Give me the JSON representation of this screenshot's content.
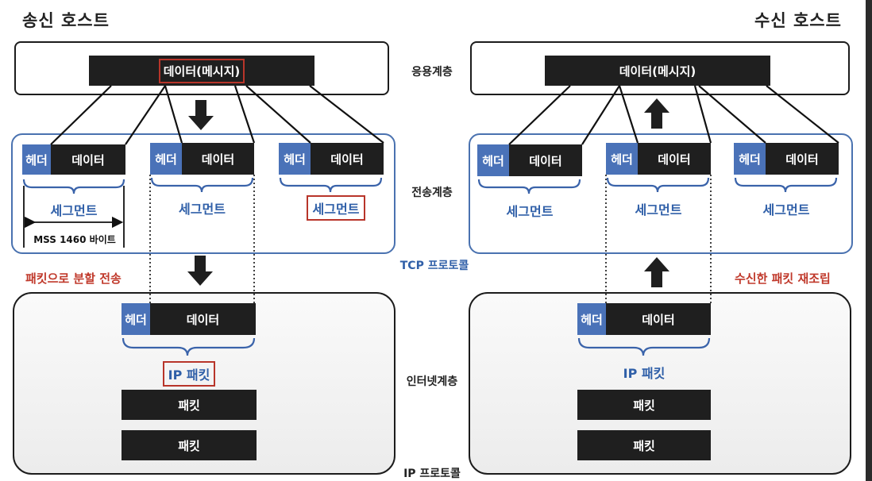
{
  "sender": {
    "title": "송신 호스트",
    "app_data": "데이터(메시지)",
    "segments": [
      {
        "header": "헤더",
        "data": "데이터",
        "label": "세그먼트"
      },
      {
        "header": "헤더",
        "data": "데이터",
        "label": "세그먼트"
      },
      {
        "header": "헤더",
        "data": "데이터",
        "label": "세그먼트"
      }
    ],
    "mss": "MSS 1460 바이트",
    "note": "패킷으로 분할 전송",
    "ip_packet": {
      "header": "헤더",
      "data": "데이터",
      "label": "IP 패킷"
    },
    "packets": [
      "패킷",
      "패킷"
    ]
  },
  "receiver": {
    "title": "수신 호스트",
    "app_data": "데이터(메시지)",
    "segments": [
      {
        "header": "헤더",
        "data": "데이터",
        "label": "세그먼트"
      },
      {
        "header": "헤더",
        "data": "데이터",
        "label": "세그먼트"
      },
      {
        "header": "헤더",
        "data": "데이터",
        "label": "세그먼트"
      }
    ],
    "note": "수신한 패킷 재조립",
    "ip_packet": {
      "header": "헤더",
      "data": "데이터",
      "label": "IP 패킷"
    },
    "packets": [
      "패킷",
      "패킷"
    ]
  },
  "layers": {
    "application": "응용계층",
    "transport": "전송계층",
    "tcp": "TCP 프로토콜",
    "internet": "인터넷계층",
    "ip": "IP 프로토콜"
  },
  "colors": {
    "dark": "#1f1f1f",
    "header_blue": "#4a72b8",
    "tcp_border": "#4a72b0",
    "segment_text": "#2f5fa8",
    "highlight_red": "#b8352a"
  }
}
